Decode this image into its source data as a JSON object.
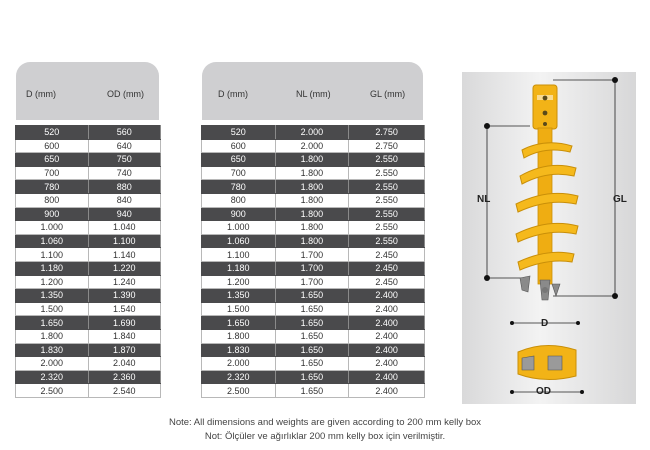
{
  "table1": {
    "headers": [
      "D (mm)",
      "OD (mm)"
    ],
    "rows": [
      [
        "520",
        "560"
      ],
      [
        "600",
        "640"
      ],
      [
        "650",
        "750"
      ],
      [
        "700",
        "740"
      ],
      [
        "780",
        "880"
      ],
      [
        "800",
        "840"
      ],
      [
        "900",
        "940"
      ],
      [
        "1.000",
        "1.040"
      ],
      [
        "1.060",
        "1.100"
      ],
      [
        "1.100",
        "1.140"
      ],
      [
        "1.180",
        "1.220"
      ],
      [
        "1.200",
        "1.240"
      ],
      [
        "1.350",
        "1.390"
      ],
      [
        "1.500",
        "1.540"
      ],
      [
        "1.650",
        "1.690"
      ],
      [
        "1.800",
        "1.840"
      ],
      [
        "1.830",
        "1.870"
      ],
      [
        "2.000",
        "2.040"
      ],
      [
        "2.320",
        "2.360"
      ],
      [
        "2.500",
        "2.540"
      ]
    ]
  },
  "table2": {
    "headers": [
      "D (mm)",
      "NL (mm)",
      "GL (mm)"
    ],
    "rows": [
      [
        "520",
        "2.000",
        "2.750"
      ],
      [
        "600",
        "2.000",
        "2.750"
      ],
      [
        "650",
        "1.800",
        "2.550"
      ],
      [
        "700",
        "1.800",
        "2.550"
      ],
      [
        "780",
        "1.800",
        "2.550"
      ],
      [
        "800",
        "1.800",
        "2.550"
      ],
      [
        "900",
        "1.800",
        "2.550"
      ],
      [
        "1.000",
        "1.800",
        "2.550"
      ],
      [
        "1.060",
        "1.800",
        "2.550"
      ],
      [
        "1.100",
        "1.700",
        "2.450"
      ],
      [
        "1.180",
        "1.700",
        "2.450"
      ],
      [
        "1.200",
        "1.700",
        "2.450"
      ],
      [
        "1.350",
        "1.650",
        "2.400"
      ],
      [
        "1.500",
        "1.650",
        "2.400"
      ],
      [
        "1.650",
        "1.650",
        "2.400"
      ],
      [
        "1.800",
        "1.650",
        "2.400"
      ],
      [
        "1.830",
        "1.650",
        "2.400"
      ],
      [
        "2.000",
        "1.650",
        "2.400"
      ],
      [
        "2.320",
        "1.650",
        "2.400"
      ],
      [
        "2.500",
        "1.650",
        "2.400"
      ]
    ]
  },
  "diagram": {
    "nl_label": "NL",
    "gl_label": "GL",
    "d_label": "D",
    "od_label": "OD",
    "auger_color": "#f2b317"
  },
  "notes": {
    "en": "Note: All dimensions and weights are given according to 200 mm kelly box",
    "tr": "Not: Ölçüler ve ağırlıklar 200 mm kelly box için verilmiştir."
  }
}
